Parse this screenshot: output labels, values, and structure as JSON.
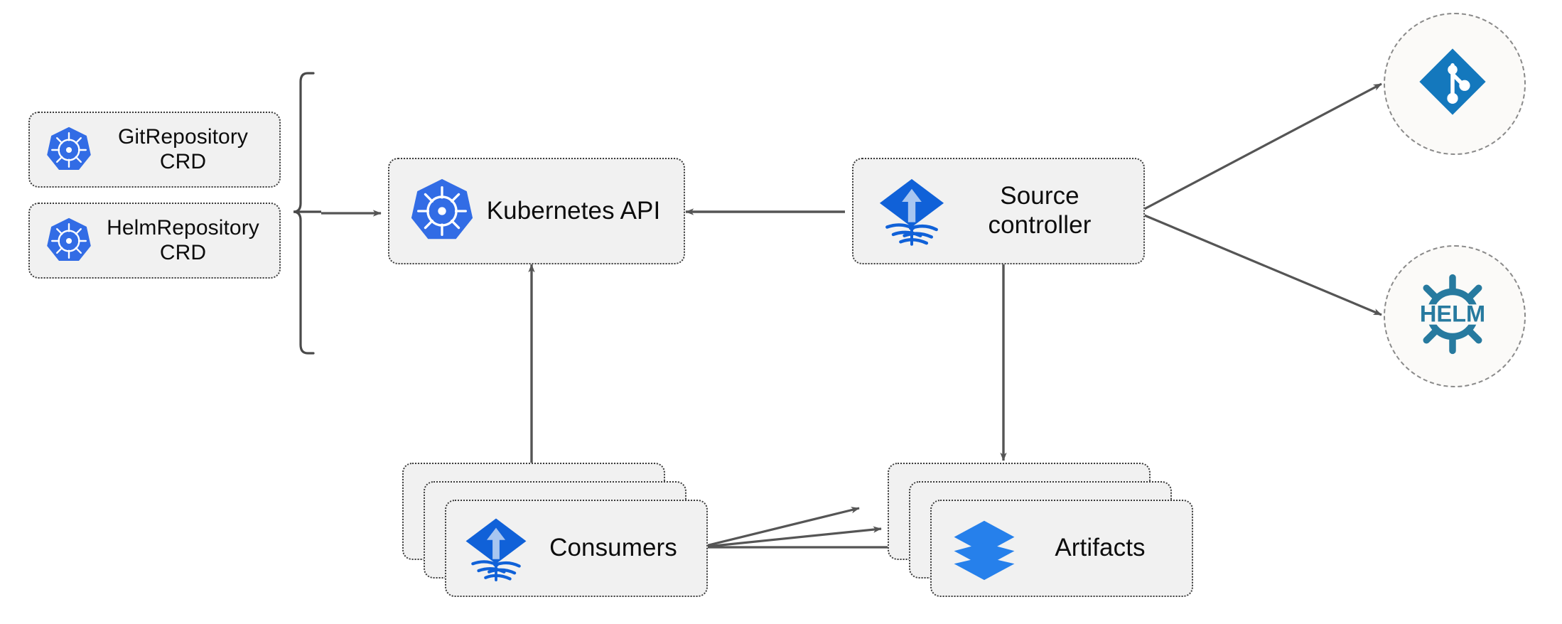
{
  "diagram": {
    "title": "Flux source-controller architecture",
    "background": "#ffffff",
    "palette": {
      "node_fill": "#f1f1f1",
      "node_border": "#3b3b3b",
      "circle_fill": "#fbfaf8",
      "circle_border": "#8a8a8a",
      "edge": "#555555",
      "kubernetes_blue": "#326ce5",
      "flux_blue": "#1061d8",
      "flux_arrow": "#a8c6f0",
      "git_blue": "#1478bd",
      "helm_blue": "#277a9f",
      "artifact_blue": "#2680eb",
      "text": "#0d0d0d"
    },
    "nodes": {
      "git_repository_crd": {
        "label": "GitRepository\nCRD",
        "icon": "kubernetes-icon"
      },
      "helm_repository_crd": {
        "label": "HelmRepository\nCRD",
        "icon": "kubernetes-icon"
      },
      "kubernetes_api": {
        "label": "Kubernetes API",
        "icon": "kubernetes-icon"
      },
      "source_controller": {
        "label": "Source\ncontroller",
        "icon": "flux-icon"
      },
      "consumers": {
        "label": "Consumers",
        "icon": "flux-icon",
        "stack_count": 3
      },
      "artifacts": {
        "label": "Artifacts",
        "icon": "layers-icon",
        "stack_count": 3
      },
      "git_provider": {
        "label": "",
        "icon": "git-icon"
      },
      "helm_provider": {
        "label": "HELM",
        "icon": "helm-icon"
      }
    },
    "edges": [
      {
        "id": "crds-to-api",
        "from": "crd-group-bracket",
        "to": "kubernetes_api",
        "style": "solid",
        "arrow": "end"
      },
      {
        "id": "source-to-api",
        "from": "source_controller",
        "to": "kubernetes_api",
        "style": "solid",
        "arrow": "end"
      },
      {
        "id": "source-to-git",
        "from": "source_controller",
        "to": "git_provider",
        "style": "solid",
        "arrow": "end"
      },
      {
        "id": "source-to-helm",
        "from": "source_controller",
        "to": "helm_provider",
        "style": "solid",
        "arrow": "end"
      },
      {
        "id": "source-to-artifacts",
        "from": "source_controller",
        "to": "artifacts",
        "style": "solid",
        "arrow": "end"
      },
      {
        "id": "consumers-to-api",
        "from": "consumers",
        "to": "kubernetes_api",
        "style": "solid",
        "arrow": "end"
      },
      {
        "id": "consumers-to-artifacts-1",
        "from": "consumers",
        "to": "artifacts",
        "style": "solid",
        "arrow": "end"
      },
      {
        "id": "consumers-to-artifacts-2",
        "from": "consumers",
        "to": "artifacts",
        "style": "solid",
        "arrow": "end"
      },
      {
        "id": "consumers-to-artifacts-3",
        "from": "consumers",
        "to": "artifacts",
        "style": "solid",
        "arrow": "end"
      }
    ],
    "grouping_bracket": {
      "members": [
        "git_repository_crd",
        "helm_repository_crd"
      ],
      "orientation": "right-facing-brace"
    }
  }
}
